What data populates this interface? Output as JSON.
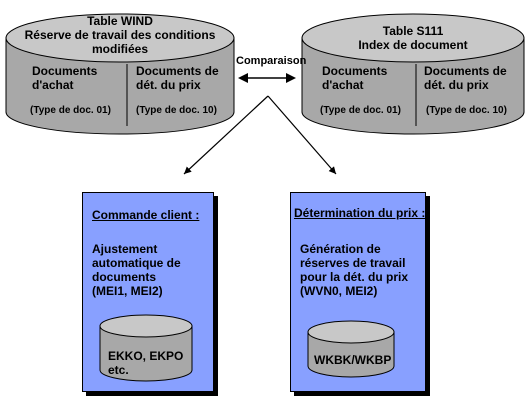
{
  "cylinder_left": {
    "title": "Table WIND",
    "subtitle_lines": [
      "Réserve de travail des conditions",
      "modifiées"
    ],
    "col1_label": [
      "Documents",
      "d'achat"
    ],
    "col1_type": "(Type de doc. 01)",
    "col2_label": [
      "Documents de",
      "dét. du prix"
    ],
    "col2_type": "(Type de doc. 10)"
  },
  "cylinder_right": {
    "title": "Table S111",
    "subtitle_lines": [
      "Index de document"
    ],
    "col1_label": [
      "Documents",
      "d'achat"
    ],
    "col1_type": "(Type de doc. 01)",
    "col2_label": [
      "Documents de",
      "dét. du prix"
    ],
    "col2_type": "(Type de doc. 10)"
  },
  "comparison_label": "Comparaison",
  "panel_left": {
    "heading": "Commande client :",
    "body_lines": [
      "Ajustement",
      "automatique de",
      "documents",
      "(MEI1, MEI2)"
    ],
    "db_label_lines": [
      "EKKO, EKPO",
      "etc."
    ]
  },
  "panel_right": {
    "heading": "Détermination du prix :",
    "body_lines": [
      "Génération de",
      "réserves de travail",
      "pour la dét. du prix",
      "(WVN0, MEI2)"
    ],
    "db_label_lines": [
      "WKBK/WKBP"
    ]
  },
  "colors": {
    "cylinder_fill": "#a8a8a8",
    "cylinder_top": "#c8c8c8",
    "panel_fill": "#88a0ff",
    "stroke": "#000000"
  }
}
